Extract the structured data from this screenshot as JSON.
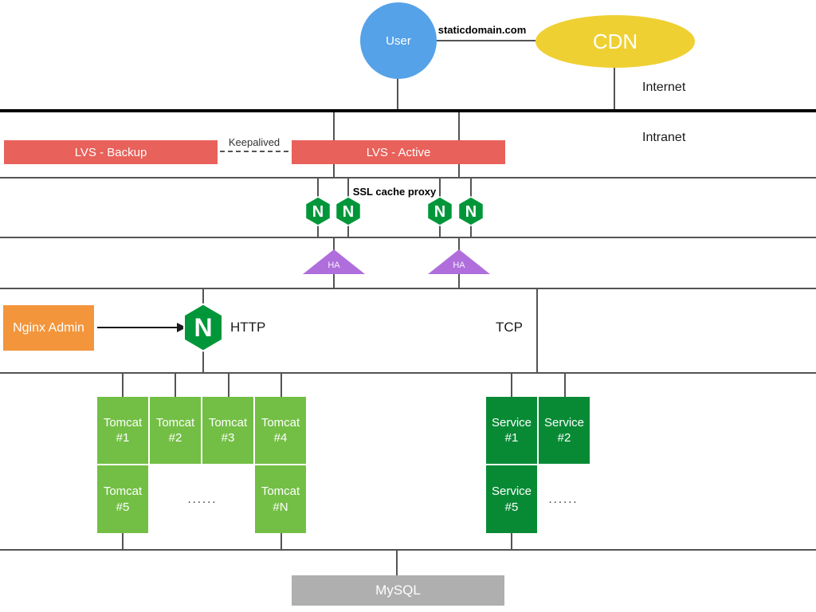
{
  "colors": {
    "user_blue": "#55A2E8",
    "cdn_yellow": "#EFD032",
    "lvs_red": "#E8615A",
    "nginx_green": "#009639",
    "ha_purple": "#B06EDC",
    "admin_orange": "#F3953B",
    "tomcat_green": "#73BF45",
    "service_green": "#088A35",
    "mysql_gray": "#AFAFAF",
    "line_gray": "#545454"
  },
  "internet_zone": {
    "user": "User",
    "domain": "staticdomain.com",
    "cdn": "CDN",
    "label": "Internet"
  },
  "intranet_zone": {
    "label": "Intranet"
  },
  "lvs": {
    "backup": "LVS - Backup",
    "active": "LVS - Active",
    "keepalived": "Keepalived"
  },
  "proxy": {
    "ssl_label": "SSL cache proxy",
    "nginx_letter": "N"
  },
  "ha": {
    "label": "HA"
  },
  "gateway": {
    "admin": "Nginx Admin",
    "http": "HTTP",
    "tcp": "TCP",
    "nginx_letter": "N"
  },
  "tomcat": {
    "row1": [
      "Tomcat\n#1",
      "Tomcat\n#2",
      "Tomcat\n#3",
      "Tomcat\n#4"
    ],
    "row2_first": "Tomcat\n#5",
    "row2_last": "Tomcat\n#N",
    "ellipsis": "......"
  },
  "service": {
    "row1": [
      "Service\n#1",
      "Service\n#2"
    ],
    "row2_first": "Service\n#5",
    "ellipsis": "......"
  },
  "database": {
    "mysql": "MySQL"
  }
}
